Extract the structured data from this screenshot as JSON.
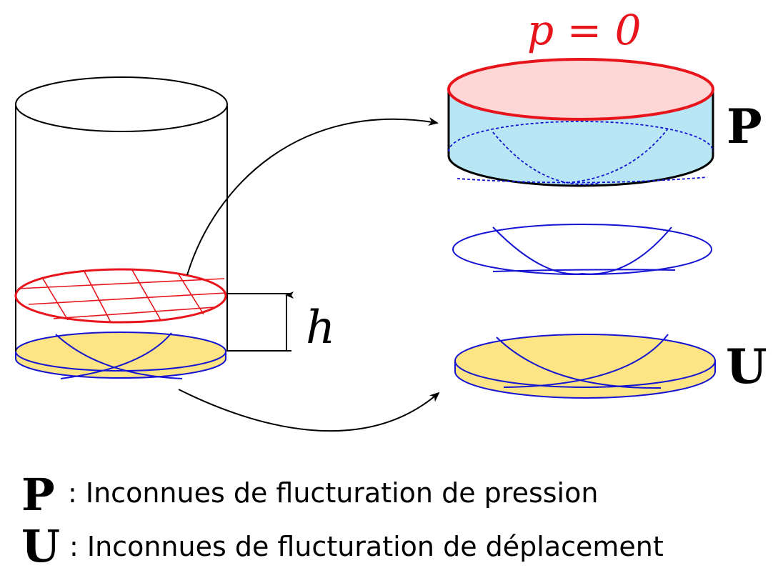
{
  "labels": {
    "pressure_condition": "p = 0",
    "height_symbol": "h",
    "pressure_block": "P",
    "displacement_block": "U"
  },
  "legend": [
    {
      "symbol": "P",
      "text": ": Inconnues de flucturation de pression"
    },
    {
      "symbol": "U",
      "text": ": Inconnues de flucturation de déplacement"
    }
  ],
  "colors": {
    "outline": "#000000",
    "free_surface": "#e8141c",
    "free_surface_fill": "#ffd6d6",
    "fluid_fill": "#b8e6f5",
    "mode_lines": "#1414d2",
    "plate_fill": "#fde484"
  }
}
